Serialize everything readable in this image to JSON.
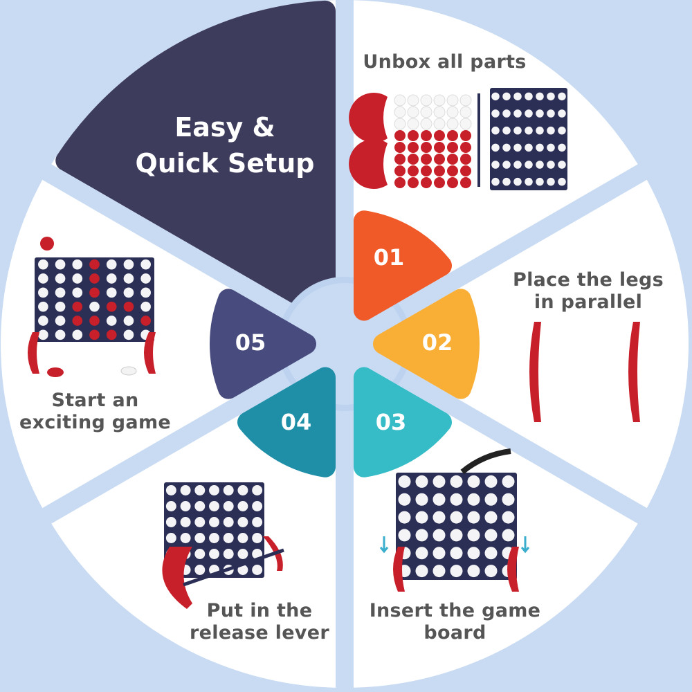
{
  "title": {
    "line1": "Easy &",
    "line2": "Quick Setup"
  },
  "steps": [
    {
      "number": "01",
      "label_line1": "Unbox all parts",
      "label_line2": "",
      "color": "#f05a28"
    },
    {
      "number": "02",
      "label_line1": "Place the legs",
      "label_line2": "in parallel",
      "color": "#f9ae36"
    },
    {
      "number": "03",
      "label_line1": "Insert the game",
      "label_line2": "board",
      "color": "#35bcc6"
    },
    {
      "number": "04",
      "label_line1": "Put in the",
      "label_line2": "release lever",
      "color": "#1f8fa8"
    },
    {
      "number": "05",
      "label_line1": "Start an",
      "label_line2": "exciting game",
      "color": "#474b7e"
    }
  ],
  "colors": {
    "background": "#c8dbf3",
    "dark_wedge": "#3e3c5c",
    "board": "#2b2f55",
    "piece_red": "#c8202a"
  }
}
